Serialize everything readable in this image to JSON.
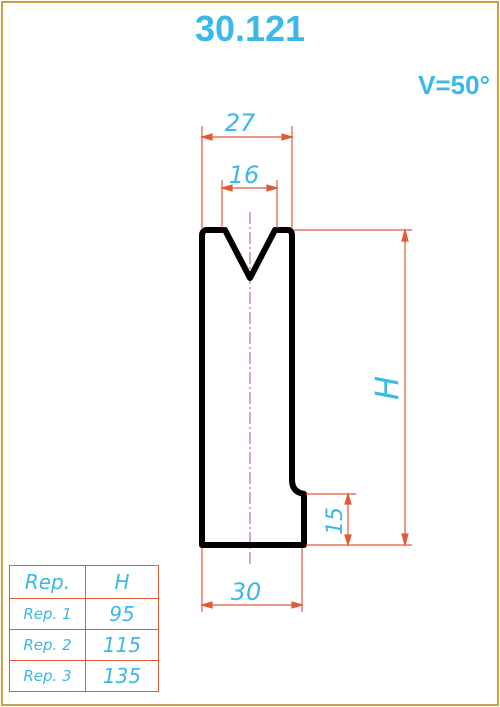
{
  "title": "30.121",
  "v_angle": "V=50°",
  "dimensions": {
    "top_width": "27",
    "v_opening": "16",
    "height": "H",
    "base_width": "30",
    "step_height": "15"
  },
  "colors": {
    "text": "#3ab8e6",
    "dimension_lines": "#e05a3a",
    "profile": "#000000",
    "center_line": "#9b4fa3",
    "frame": "#c9a04a"
  },
  "table": {
    "headers": [
      "Rep.",
      "H"
    ],
    "rows": [
      {
        "rep": "Rep. 1",
        "h": "95"
      },
      {
        "rep": "Rep. 2",
        "h": "115"
      },
      {
        "rep": "Rep. 3",
        "h": "135"
      }
    ]
  }
}
